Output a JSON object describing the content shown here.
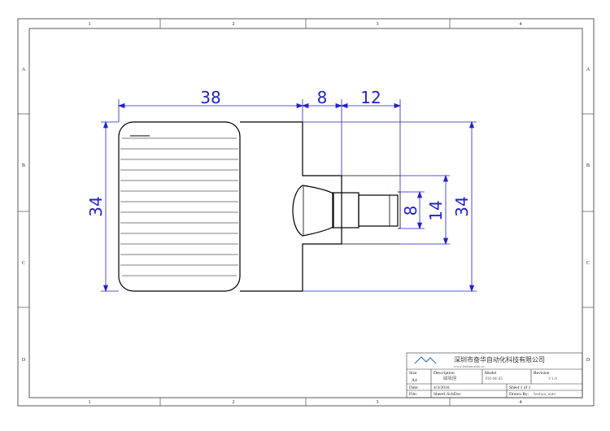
{
  "zones": {
    "columns": [
      "1",
      "2",
      "3",
      "4"
    ],
    "rows": [
      "A",
      "B",
      "C",
      "D"
    ]
  },
  "dimensions": {
    "body_length": "38",
    "step_length": "8",
    "tip_length": "12",
    "overall_height_left": "34",
    "overall_height_right": "34",
    "tip_diameter": "8",
    "step_diameter": "14"
  },
  "title_block": {
    "company": "深圳市奋华自动化科技有限公司",
    "website": "www.fenhua-auto.cn",
    "size_label": "Size",
    "size_value": "A4",
    "description_label": "Description",
    "description_value": "磁吸座",
    "model_label": "Model",
    "model_value": "FH-M-45",
    "revision_label": "Revision",
    "revision_value": "V1.0",
    "date_label": "Date:",
    "date_value": "4/3/2016",
    "sheet_label": "Sheet 1 of 1",
    "file_label": "File:",
    "file_value": "Sheet1.SchDoc",
    "drawn_label": "Drawn By:",
    "drawn_value": "fenhua_auto"
  },
  "colors": {
    "dimension": "#2323c8",
    "outline": "#000000",
    "logo": "#3a7ab8"
  }
}
